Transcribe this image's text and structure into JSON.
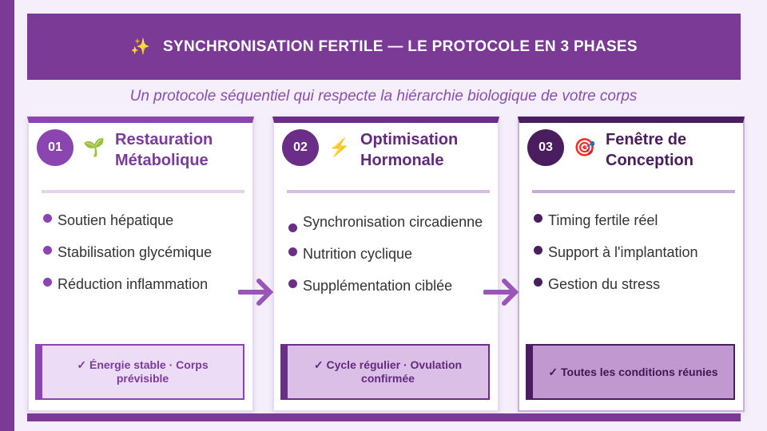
{
  "header": {
    "icon": "sparkles-icon",
    "title": "SYNCHRONISATION FERTILE — LE PROTOCOLE EN 3 PHASES"
  },
  "subtitle": "Un protocole séquentiel qui respecte la hiérarchie biologique de votre corps",
  "phases": [
    {
      "number": "01",
      "icon": "seedling-icon",
      "title_line1": "Restauration",
      "title_line2": "Métabolique",
      "items": [
        "Soutien hépatique",
        "Stabilisation glycémique",
        "Réduction inflammation"
      ],
      "result": "✓  Énergie stable · Corps prévisible",
      "accent": "#8b45b0"
    },
    {
      "number": "02",
      "icon": "lightning-icon",
      "title_line1": "Optimisation",
      "title_line2": "Hormonale",
      "items": [
        "Synchronisation circadienne",
        "Nutrition cyclique",
        "Supplémentation ciblée"
      ],
      "result": "✓  Cycle régulier · Ovulation confirmée",
      "accent": "#6a2f8a"
    },
    {
      "number": "03",
      "icon": "target-icon",
      "title_line1": "Fenêtre de",
      "title_line2": "Conception",
      "items": [
        "Timing fertile réel",
        "Support à l'implantation",
        "Gestion du stress"
      ],
      "result": "✓  Toutes les conditions réunies",
      "accent": "#4a1e5e"
    }
  ]
}
